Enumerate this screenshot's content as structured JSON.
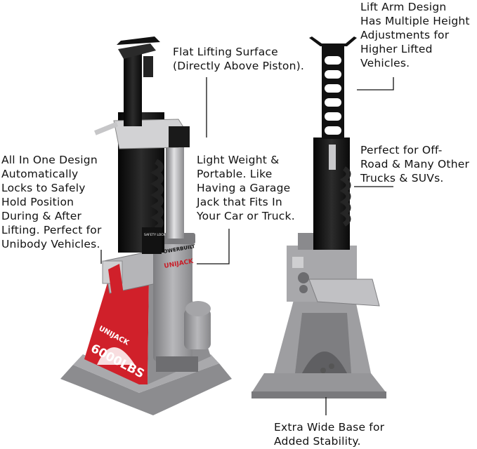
{
  "callouts": {
    "flat_surface": "Flat Lifting Surface\n(Directly Above Piston).",
    "lift_arm": "Lift Arm Design\nHas Multiple Height\nAdjustments for\nHigher Lifted\nVehicles.",
    "all_in_one": "All In One Design\nAutomatically\nLocks to Safely\nHold Position\nDuring & After\nLifting. Perfect for\nUnibody Vehicles.",
    "light_weight": "Light Weight &\nPortable. Like\nHaving a Garage\nJack that Fits In\nYour Car or Truck.",
    "off_road": "Perfect for Off-\nRoad & Many Other\nTrucks & SUVs.",
    "wide_base": "Extra Wide Base for\nAdded Stability."
  },
  "product": {
    "brand": "POWERBUILT",
    "model": "UNIJACK",
    "capacity": "6000LBS",
    "safety_label": "SAFETY LOCK"
  },
  "colors": {
    "accent_red": "#d0202a",
    "steel": "#9a9a9c",
    "black": "#151515"
  }
}
